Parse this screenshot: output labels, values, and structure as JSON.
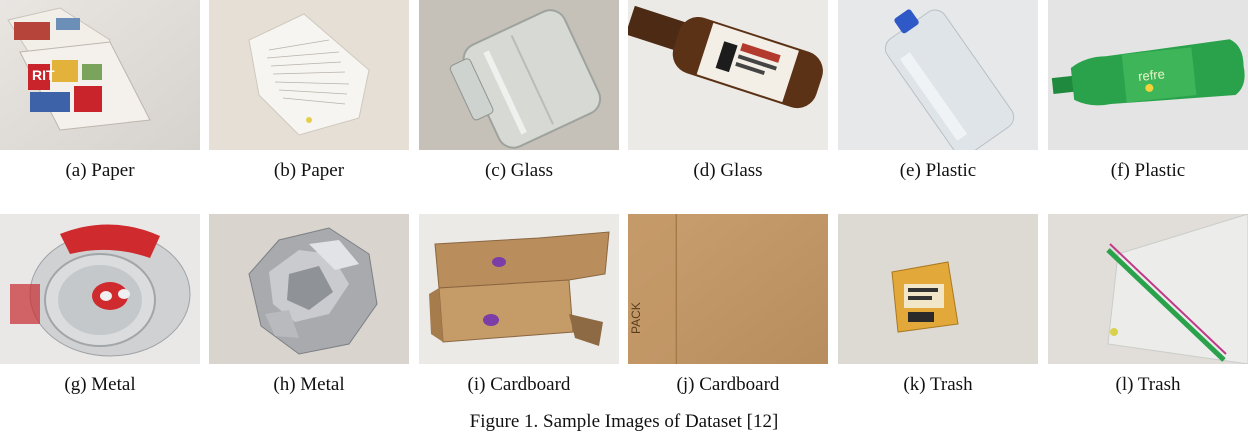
{
  "figure_caption": "Figure 1.  Sample Images of Dataset [12]",
  "items": [
    {
      "caption": "(a) Paper"
    },
    {
      "caption": "(b) Paper"
    },
    {
      "caption": "(c) Glass"
    },
    {
      "caption": "(d) Glass"
    },
    {
      "caption": "(e) Plastic"
    },
    {
      "caption": "(f) Plastic"
    },
    {
      "caption": "(g) Metal"
    },
    {
      "caption": "(h) Metal"
    },
    {
      "caption": "(i) Cardboard"
    },
    {
      "caption": "(j) Cardboard"
    },
    {
      "caption": "(k) Trash"
    },
    {
      "caption": "(l) Trash"
    }
  ]
}
